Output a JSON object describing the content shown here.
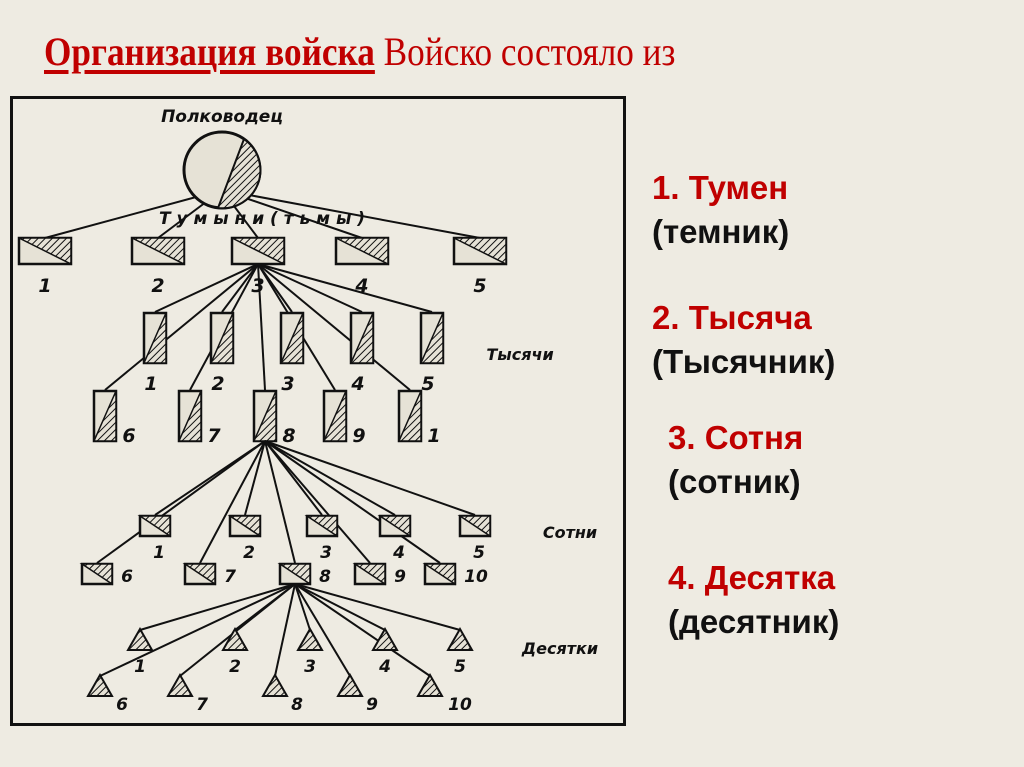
{
  "title": {
    "underlined": "Организация войска",
    "rest": " Войско состояло из"
  },
  "diagram": {
    "commander": "Полководец",
    "tumens_label": "Т у м ы н и   ( т ь м ы )",
    "thousands_label": "Тысячи",
    "hundreds_label": "Сотни",
    "tens_label": "Десятки",
    "tumen_numbers": [
      "1",
      "2",
      "3",
      "4",
      "5"
    ],
    "row1_numbers": [
      "1",
      "2",
      "3",
      "4",
      "5"
    ],
    "row2_numbers": [
      "6",
      "7",
      "8",
      "9",
      "1"
    ],
    "row2_numbers_10": [
      "6",
      "7",
      "8",
      "9",
      "10"
    ]
  },
  "list": [
    {
      "head": "1. Тумен",
      "sub": "(темник)"
    },
    {
      "head": "2. Тысяча",
      "sub": "(Тысячник)"
    },
    {
      "head": "3. Сотня",
      "sub": "(сотник)"
    },
    {
      "head": "4. Десятка",
      "sub": "(десятник)"
    }
  ]
}
